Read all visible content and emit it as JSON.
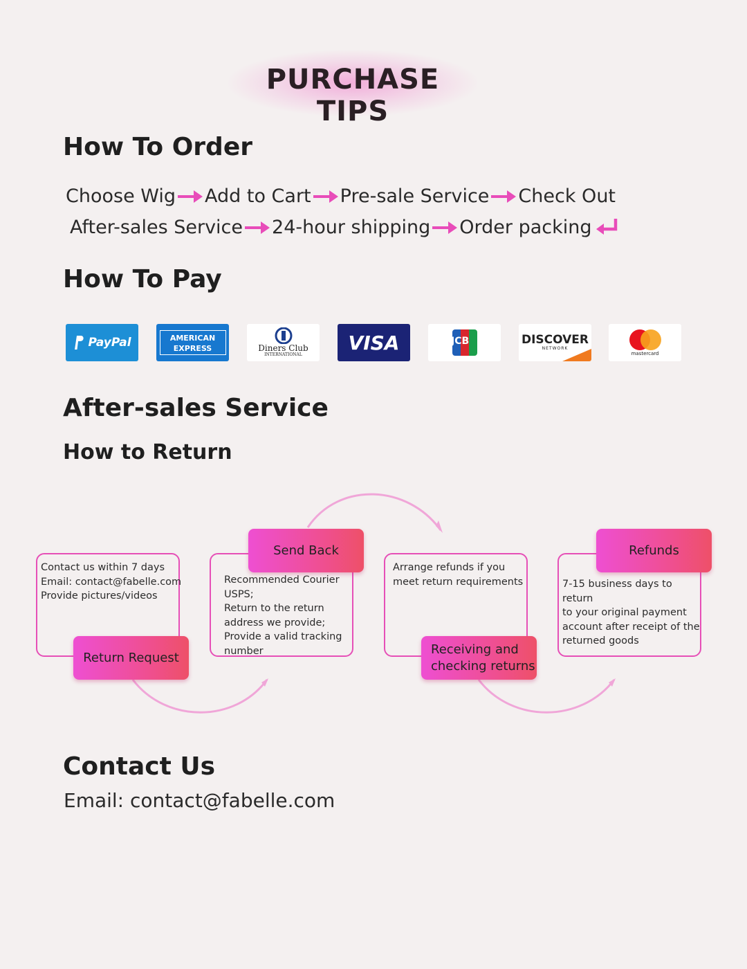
{
  "page": {
    "title": "PURCHASE TIPS"
  },
  "how_to_order": {
    "heading": "How To Order",
    "row1": [
      "Choose Wig",
      "Add to Cart",
      "Pre-sale Service",
      "Check Out"
    ],
    "row2": [
      "After-sales Service",
      "24-hour shipping",
      "Order packing"
    ]
  },
  "how_to_pay": {
    "heading": "How To Pay",
    "methods": [
      {
        "name": "PayPal",
        "bg": "#1d8fd6"
      },
      {
        "name": "AMERICAN EXPRESS",
        "bg": "#1778cf"
      },
      {
        "name": "Diners Club",
        "sub": "INTERNATIONAL",
        "bg": "#ffffff"
      },
      {
        "name": "VISA",
        "bg": "#1b2375"
      },
      {
        "name": "JCB",
        "bg": "#ffffff"
      },
      {
        "name": "DISCOVER",
        "sub": "NETWORK",
        "bg": "#ffffff"
      },
      {
        "name": "mastercard",
        "bg": "#ffffff"
      }
    ]
  },
  "after_sales": {
    "heading": "After-sales Service",
    "subheading": "How to Return",
    "steps": [
      {
        "tab": "Return Request",
        "text": "Contact us within 7 days\nEmail: contact@fabelle.com\nProvide pictures/videos"
      },
      {
        "tab": "Send Back",
        "text": "Recommended Courier\nUSPS;\nReturn to the return\naddress we provide;\nProvide a valid tracking\nnumber"
      },
      {
        "tab": "Receiving and checking returns",
        "text": "Arrange refunds if you\nmeet return requirements"
      },
      {
        "tab": "Refunds",
        "text": "7-15 business days to return\nto your original payment\naccount after receipt of the\nreturned goods"
      }
    ]
  },
  "contact": {
    "heading": "Contact Us",
    "email": "Email: contact@fabelle.com"
  },
  "colors": {
    "accent": "#e84cb9",
    "tab_start": "#ee4fd2",
    "tab_end": "#ee5068",
    "arc": "#f0a6d8"
  }
}
